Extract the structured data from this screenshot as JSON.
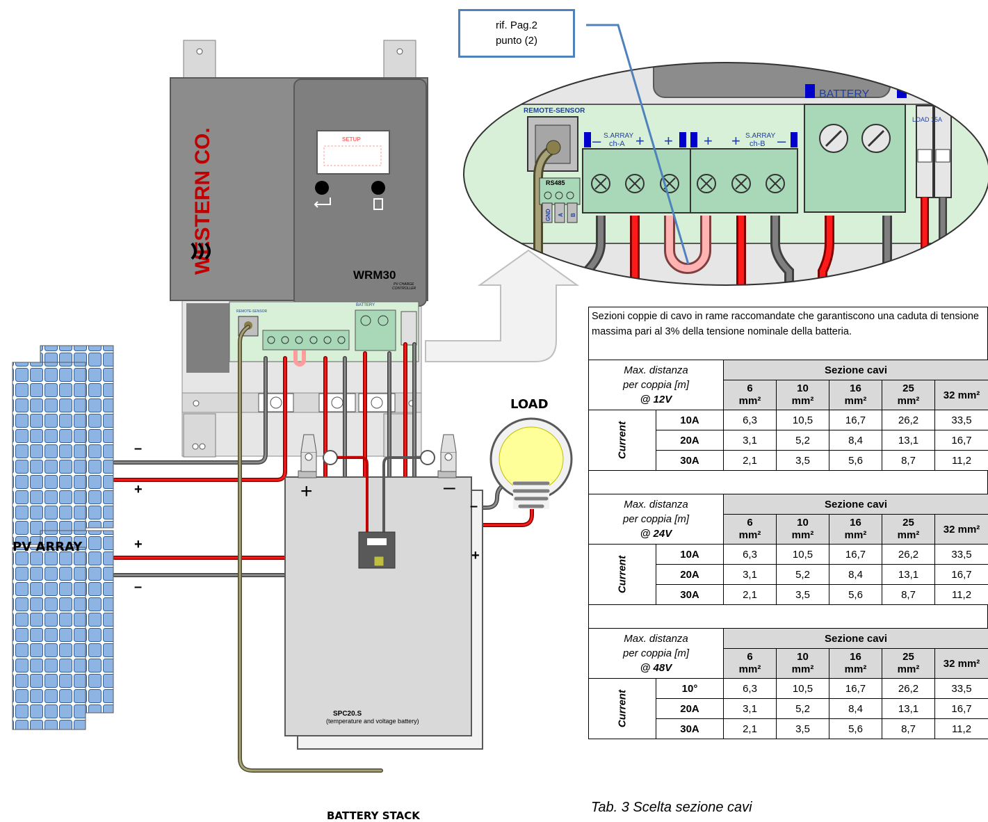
{
  "callout": {
    "line1": "rif. Pag.2",
    "line2": "punto (2)"
  },
  "labels": {
    "pv_array": "PV ARRAY",
    "load": "LOAD",
    "battery_stack": "BATTERY STACK",
    "brand": "WESTERN CO.",
    "model": "WRM30",
    "model_sub1": "PV CHARGE",
    "model_sub2": "CONTROLLER",
    "remote_sensor": "REMOTE-SENSOR",
    "s_array": "S.ARRAY",
    "ch_a": "ch-A",
    "ch_b": "ch-B",
    "battery": "BATTERY",
    "load_15a": "LOAD 15A",
    "rs485": "RS485",
    "gnd": "GND",
    "a": "A",
    "b": "B",
    "spc": "SPC20.S",
    "spc_sub": "(temperature and voltage battery)",
    "setup": "SETUP"
  },
  "signs": {
    "minus": "–",
    "plus": "+"
  },
  "table": {
    "note": "Sezioni coppie di cavo in rame raccomandate che garantiscono una caduta di tensione massima pari al 3% della tensione nominale della batteria.",
    "header": "Sezione cavi",
    "row_header": "Current",
    "sizes": [
      "6",
      "10",
      "16",
      "25"
    ],
    "size_unit": "mm²",
    "last_size": "32 mm²",
    "blocks": [
      {
        "caption1": "Max.  distanza",
        "caption2": "per coppia [m]",
        "caption3": "@ 12V",
        "rows": [
          {
            "current": "10A",
            "values": [
              "6,3",
              "10,5",
              "16,7",
              "26,2",
              "33,5"
            ]
          },
          {
            "current": "20A",
            "values": [
              "3,1",
              "5,2",
              "8,4",
              "13,1",
              "16,7"
            ]
          },
          {
            "current": "30A",
            "values": [
              "2,1",
              "3,5",
              "5,6",
              "8,7",
              "11,2"
            ]
          }
        ]
      },
      {
        "caption1": "Max.  distanza",
        "caption2": "per coppia [m]",
        "caption3": "@ 24V",
        "rows": [
          {
            "current": "10A",
            "values": [
              "6,3",
              "10,5",
              "16,7",
              "26,2",
              "33,5"
            ]
          },
          {
            "current": "20A",
            "values": [
              "3,1",
              "5,2",
              "8,4",
              "13,1",
              "16,7"
            ]
          },
          {
            "current": "30A",
            "values": [
              "2,1",
              "3,5",
              "5,6",
              "8,7",
              "11,2"
            ]
          }
        ]
      },
      {
        "caption1": "Max.  distanza",
        "caption2": "per coppia [m]",
        "caption3": "@ 48V",
        "rows": [
          {
            "current": "10°",
            "values": [
              "6,3",
              "10,5",
              "16,7",
              "26,2",
              "33,5"
            ]
          },
          {
            "current": "20A",
            "values": [
              "3,1",
              "5,2",
              "8,4",
              "13,1",
              "16,7"
            ]
          },
          {
            "current": "30A",
            "values": [
              "2,1",
              "3,5",
              "5,6",
              "8,7",
              "11,2"
            ]
          }
        ]
      }
    ],
    "caption": "Tab. 3  Scelta sezione cavi"
  }
}
